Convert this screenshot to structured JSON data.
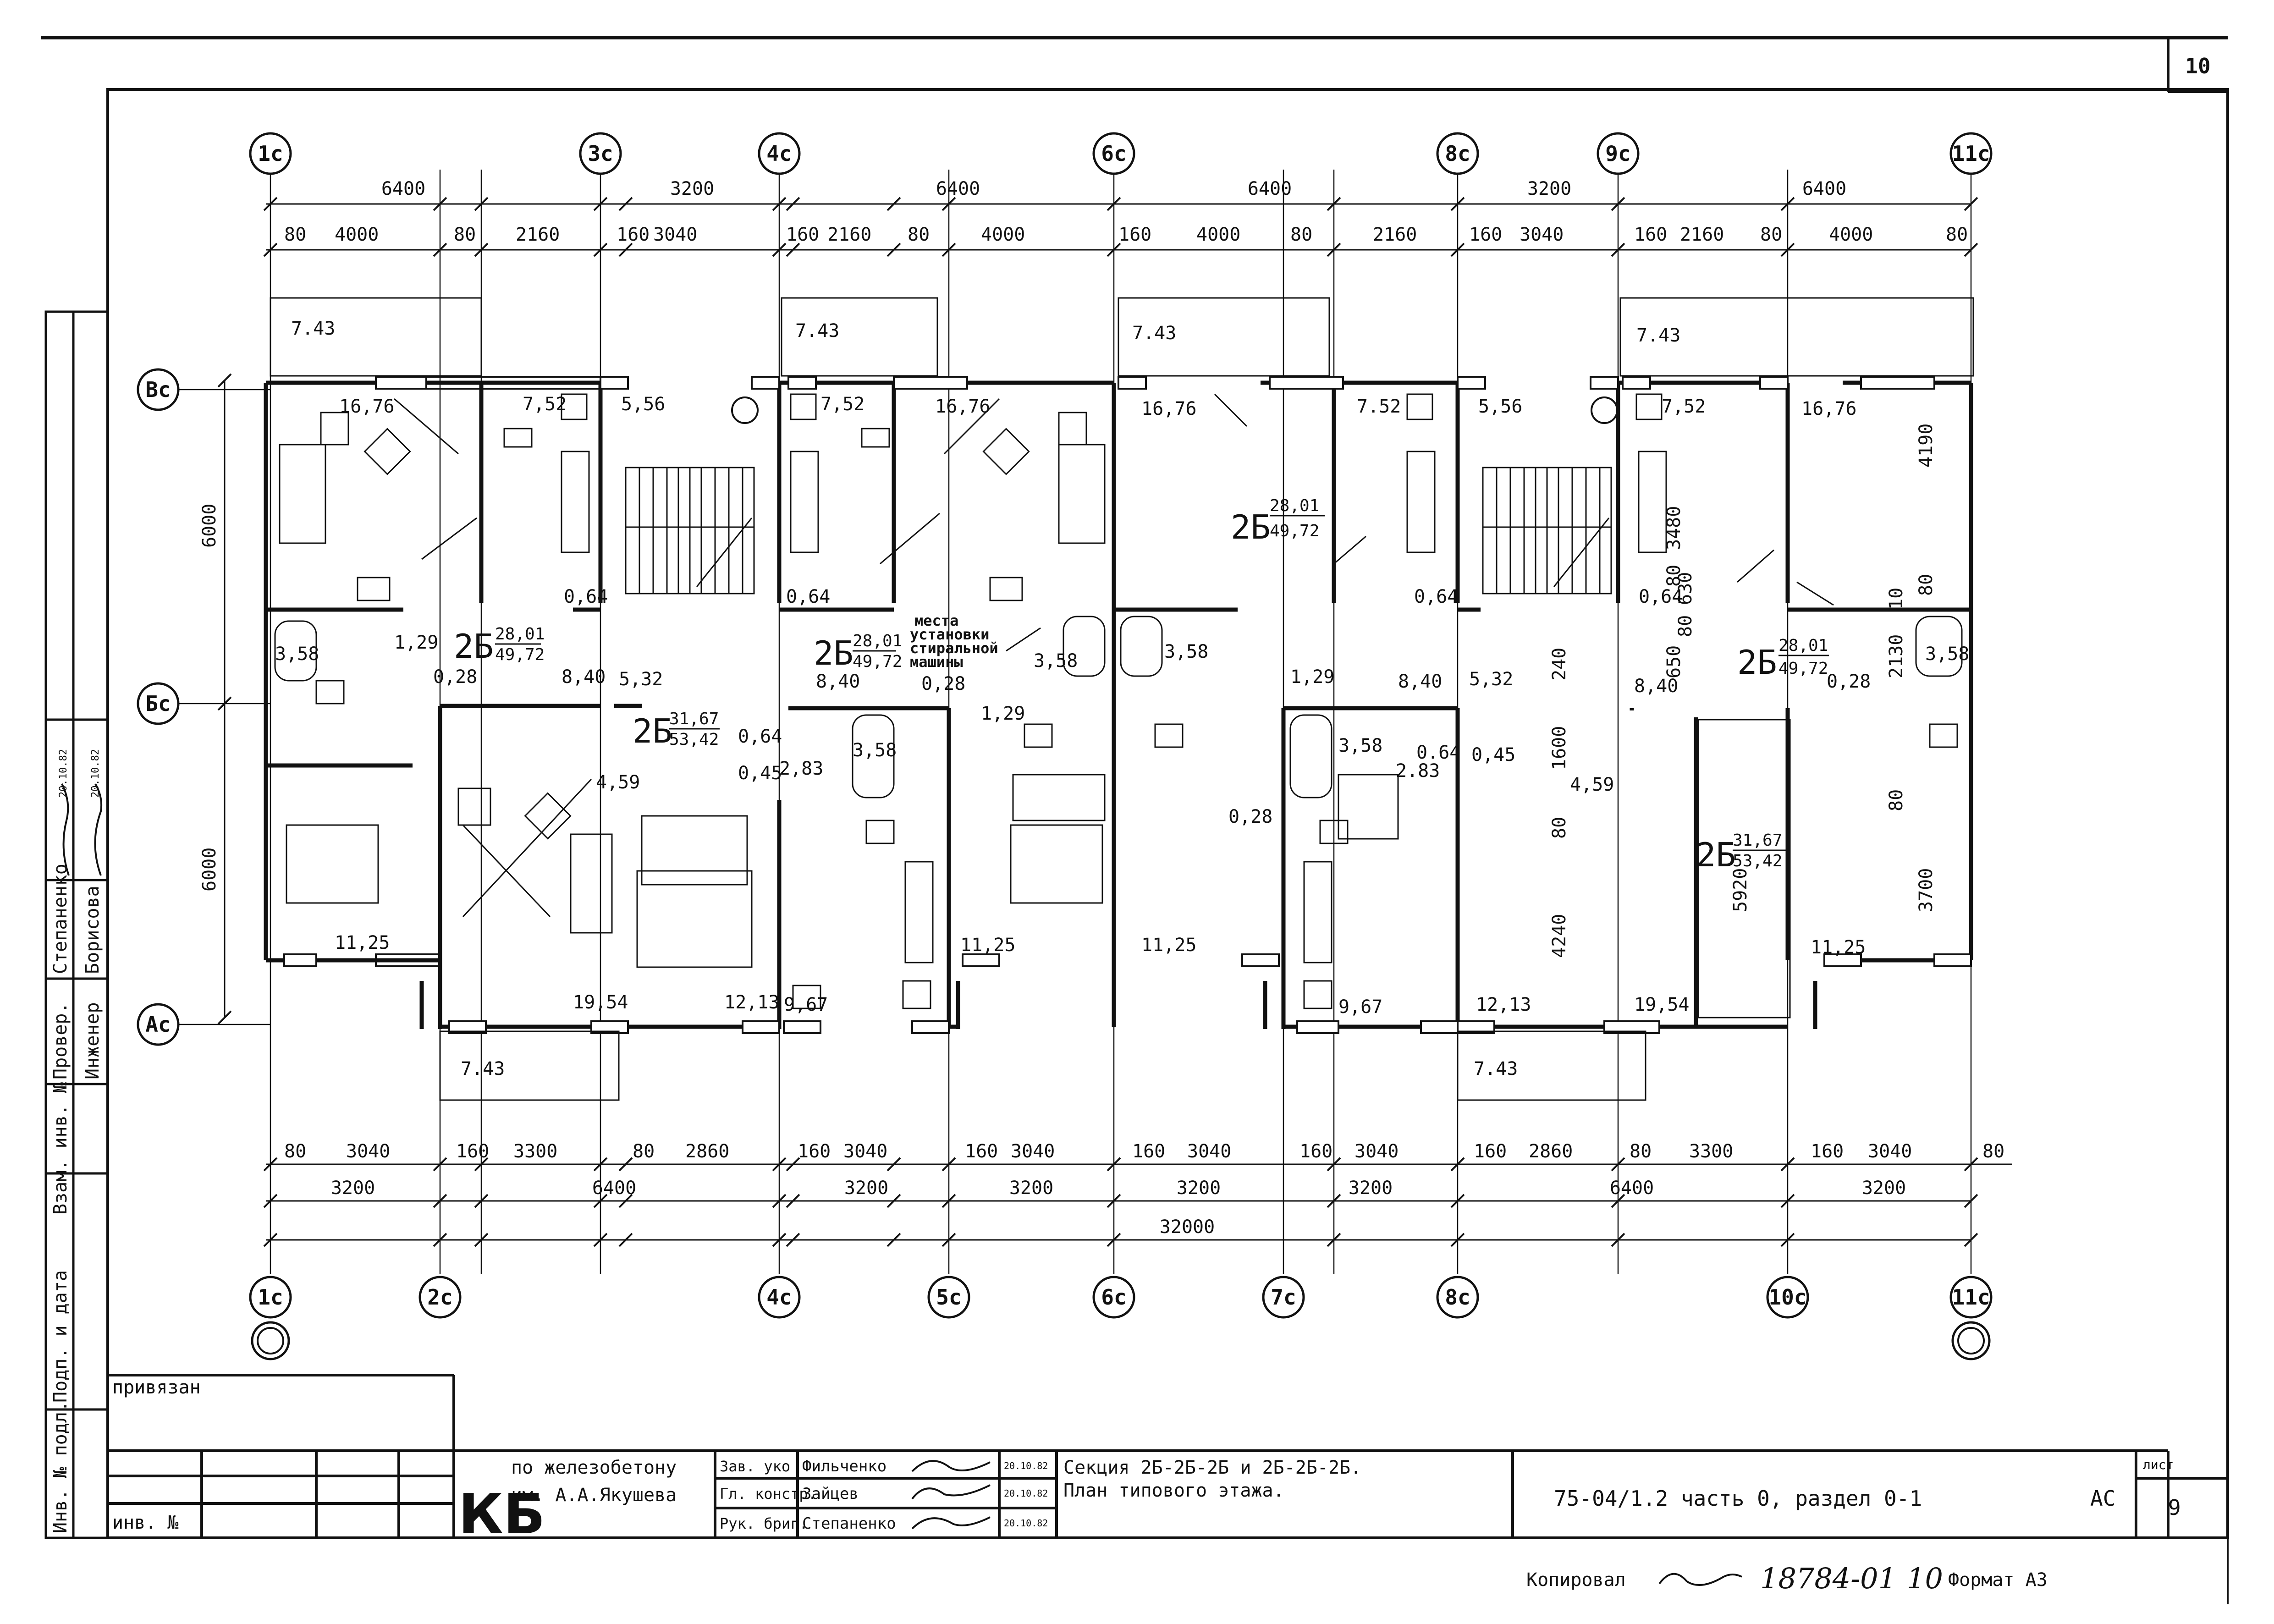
{
  "sheet": {
    "page_number": "10",
    "sheet_label": "лист",
    "sheet_number": "9"
  },
  "axes": {
    "top": [
      "1с",
      "3с",
      "4с",
      "6с",
      "8с",
      "9с",
      "11с"
    ],
    "bottom": [
      "1с",
      "2с",
      "4с",
      "5с",
      "6с",
      "7с",
      "8с",
      "10с",
      "11с"
    ],
    "left": [
      "Вс",
      "Бс",
      "Ас"
    ]
  },
  "dims": {
    "top_overall": [
      "6400",
      "3200",
      "6400",
      "6400",
      "3200",
      "6400"
    ],
    "top_detail": [
      "80",
      "4000",
      "80",
      "2160",
      "160",
      "3040",
      "160",
      "2160",
      "80",
      "4000",
      "160",
      "4000",
      "80",
      "2160",
      "160",
      "3040",
      "160",
      "2160",
      "80",
      "4000",
      "80"
    ],
    "bottom_detail": [
      "80",
      "3040",
      "160",
      "3300",
      "80",
      "2860",
      "160",
      "3040",
      "160",
      "3040",
      "160",
      "3040",
      "160",
      "3040",
      "160",
      "2860",
      "80",
      "3300",
      "160",
      "3040",
      "80"
    ],
    "bottom_mid": [
      "3200",
      "6400",
      "3200",
      "3200",
      "3200",
      "3200",
      "6400",
      "3200"
    ],
    "bottom_total": "32000",
    "left_vertical": [
      "6000",
      "6000"
    ],
    "right_vertical": [
      "4190",
      "3700",
      "5920",
      "4240",
      "3480"
    ],
    "misc_vertical": [
      "80",
      "80",
      "1600",
      "240",
      "650",
      "80",
      "2130",
      "10",
      "80",
      "80",
      "630"
    ]
  },
  "areas": {
    "balcony": [
      "7.43",
      "7.43",
      "7.43",
      "7.43",
      "7.43",
      "7.43"
    ],
    "living": [
      "16,76",
      "16,76",
      "16,76",
      "16,76"
    ],
    "kitchen_top": [
      "7,52",
      "7,52",
      "7.52",
      "7,52"
    ],
    "stair": [
      "5,56",
      "5,56"
    ],
    "bath": [
      "3,58",
      "3,58",
      "3,58",
      "3,58",
      "3,58",
      "3,58"
    ],
    "wc": [
      "0,64",
      "0,64",
      "0,64",
      "0,64",
      "0,64",
      "0.64"
    ],
    "misc": [
      "1,29",
      "1,29",
      "1,29",
      "0,28",
      "0,28",
      "0,28",
      "0,28",
      "8,40",
      "8,40",
      "8,40",
      "8,40",
      "5,32",
      "5,32",
      "0,45",
      "0,45",
      "2,83",
      "2.83",
      "4,59",
      "4,59",
      "11,25",
      "11,25",
      "11,25",
      "11,25",
      "19,54",
      "19,54",
      "12,13",
      "12,13",
      "9,67",
      "9,67"
    ]
  },
  "apartments": [
    {
      "code": "2Б",
      "top": "28,01",
      "bottom": "49,72"
    },
    {
      "code": "2Б",
      "top": "28,01",
      "bottom": "49,72"
    },
    {
      "code": "2Б",
      "top": "28,01",
      "bottom": "49,72"
    },
    {
      "code": "2Б",
      "top": "28,01",
      "bottom": "49,72"
    },
    {
      "code": "2Б",
      "top": "31,67",
      "bottom": "53,42"
    },
    {
      "code": "2Б",
      "top": "31,67",
      "bottom": "53,42"
    }
  ],
  "note_washer": [
    "места",
    "установки",
    "стиральной",
    "машины"
  ],
  "side_stamp": {
    "col1": "Инв. № подл.",
    "col2": "Подп. и дата",
    "col3": "Взам. инв. №",
    "prover_role": "Провер.",
    "prover_name": "Степаненко",
    "engineer_role": "Инженер",
    "engineer_name": "Борисова",
    "date1": "20.10.82",
    "date2": "20.10.82"
  },
  "title_block": {
    "privyazan": "привязан",
    "inv_no": "инв. №",
    "kb_logo": "КБ",
    "org_line1": "по железобетону",
    "org_line2": "им. А.А.Якушева",
    "roles": [
      "Зав. уко",
      "Гл. констр.",
      "Рук. бриг."
    ],
    "names": [
      "Фильченко",
      "Зайцев",
      "Степаненко"
    ],
    "dates": [
      "20.10.82",
      "20.10.82",
      "20.10.82"
    ],
    "title_line1": "Секция 2Б-2Б-2Б и 2Б-2Б-2Б.",
    "title_line2": "План типового этажа.",
    "doc_code": "75-04/1.2 часть 0, раздел 0-1",
    "stage": "АС"
  },
  "footer": {
    "copied": "Копировал",
    "order": "18784-01",
    "page": "10",
    "format": "Формат А3"
  }
}
